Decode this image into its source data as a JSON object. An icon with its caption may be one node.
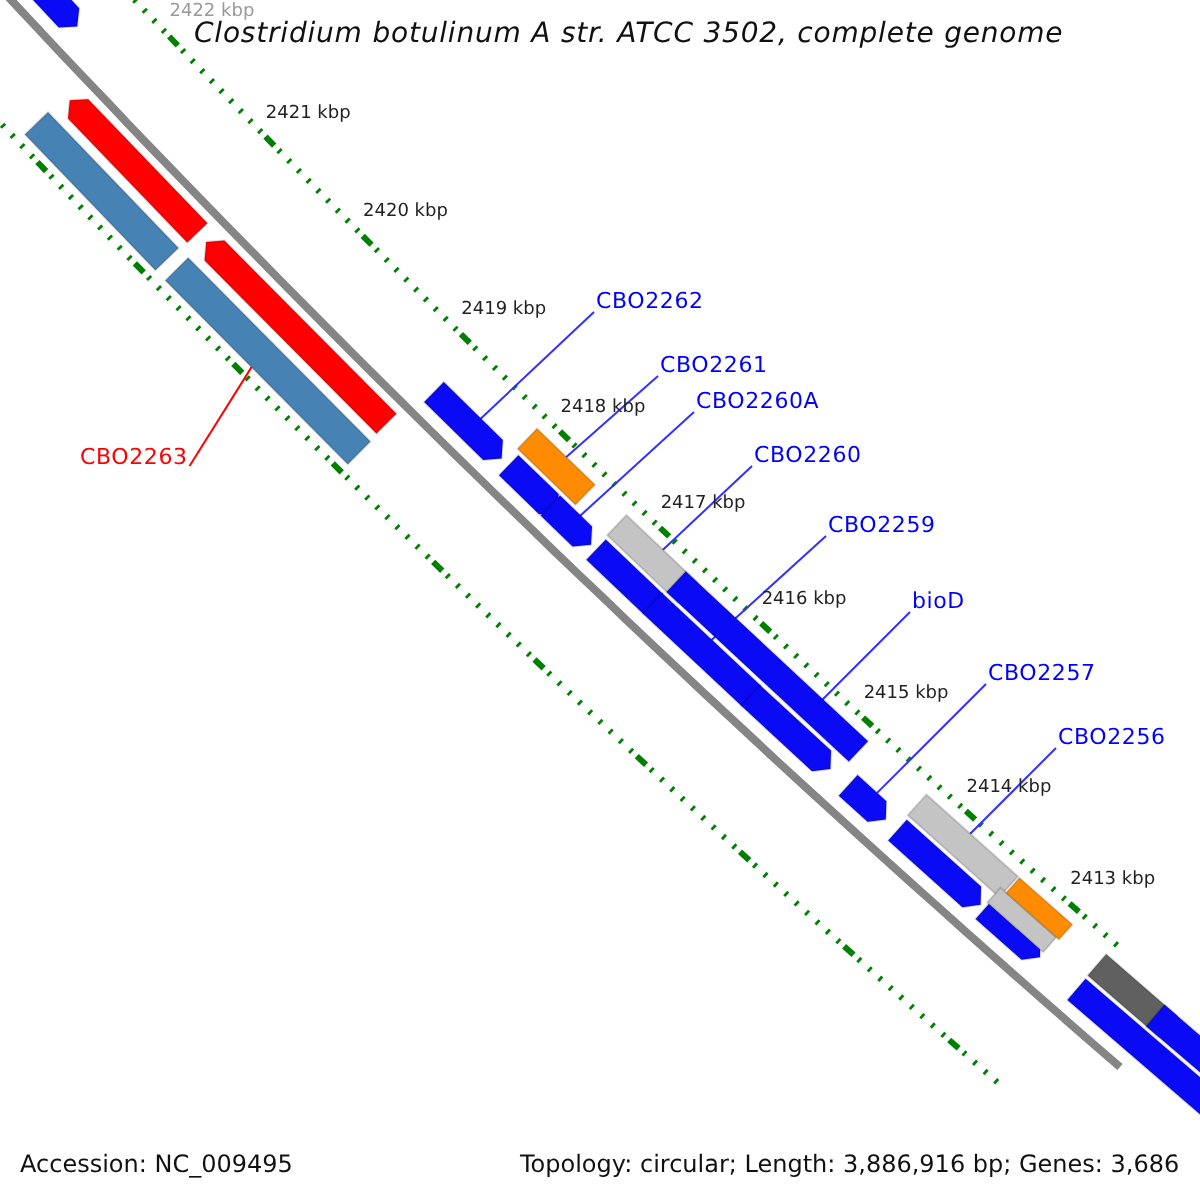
{
  "diagram": {
    "title": "Clostridium botulinum A str. ATCC 3502, complete genome",
    "nodes": [
      {
        "text": [
          "CBO2263"
        ]
      },
      {
        "text": [
          "CBO2262"
        ]
      },
      {
        "text": [
          "CBO2261"
        ]
      },
      {
        "text": [
          "CBO2260A"
        ]
      },
      {
        "text": [
          "CBO2260"
        ]
      },
      {
        "text": [
          "CBO2259"
        ]
      },
      {
        "text": [
          "bioD"
        ]
      },
      {
        "text": [
          "CBO2257"
        ]
      },
      {
        "text": [
          "CBO2256"
        ]
      },
      {
        "text": [],
        "shape": "pentagon"
      },
      {
        "text": [],
        "shape": "bar"
      },
      {
        "text": [],
        "shape": "pentagon"
      },
      {
        "text": [],
        "shape": "bar"
      },
      {
        "text": [],
        "shape": "pentagon"
      },
      {
        "text": [],
        "shape": "pentagon"
      },
      {
        "text": [],
        "shape": "pentagon"
      },
      {
        "text": [],
        "shape": "bar"
      },
      {
        "text": [],
        "shape": "pentagon"
      },
      {
        "text": [],
        "shape": "pentagon"
      },
      {
        "text": [],
        "shape": "bar"
      },
      {
        "text": [],
        "shape": "pentagon"
      },
      {
        "text": [],
        "shape": "bar"
      },
      {
        "text": [],
        "shape": "pentagon"
      },
      {
        "text": [],
        "shape": "pentagon"
      },
      {
        "text": [],
        "shape": "pentagon"
      },
      {
        "text": [],
        "shape": "bar"
      },
      {
        "text": [],
        "shape": "pentagon"
      },
      {
        "text": [],
        "shape": "bar"
      },
      {
        "text": [],
        "shape": "bar"
      },
      {
        "text": [],
        "shape": "pentagon"
      },
      {
        "text": [],
        "shape": "bar"
      },
      {
        "text": [],
        "shape": "bar"
      }
    ],
    "edges": [
      {
        "from": 0,
        "to": 12,
        "arrow": "none",
        "color": "#ff0000"
      },
      {
        "from": 1,
        "to": 14,
        "arrow": "none"
      },
      {
        "from": 2,
        "to": 16,
        "arrow": "none"
      },
      {
        "from": 3,
        "to": 17,
        "arrow": "none"
      },
      {
        "from": 4,
        "to": 19,
        "arrow": "none"
      },
      {
        "from": 5,
        "to": 20,
        "arrow": "none"
      },
      {
        "from": 6,
        "to": 21,
        "arrow": "none"
      },
      {
        "from": 7,
        "to": 23,
        "arrow": "none"
      },
      {
        "from": 8,
        "to": 25,
        "arrow": "none"
      }
    ],
    "labels": [
      "2422 kbp",
      "2421 kbp",
      "2420 kbp",
      "2419 kbp",
      "2418 kbp",
      "2417 kbp",
      "2416 kbp",
      "2415 kbp",
      "2414 kbp",
      "2413 kbp",
      "Accession: NC_009495",
      "Topology: circular; Length: 3,886,916 bp; Genes: 3,686"
    ]
  }
}
